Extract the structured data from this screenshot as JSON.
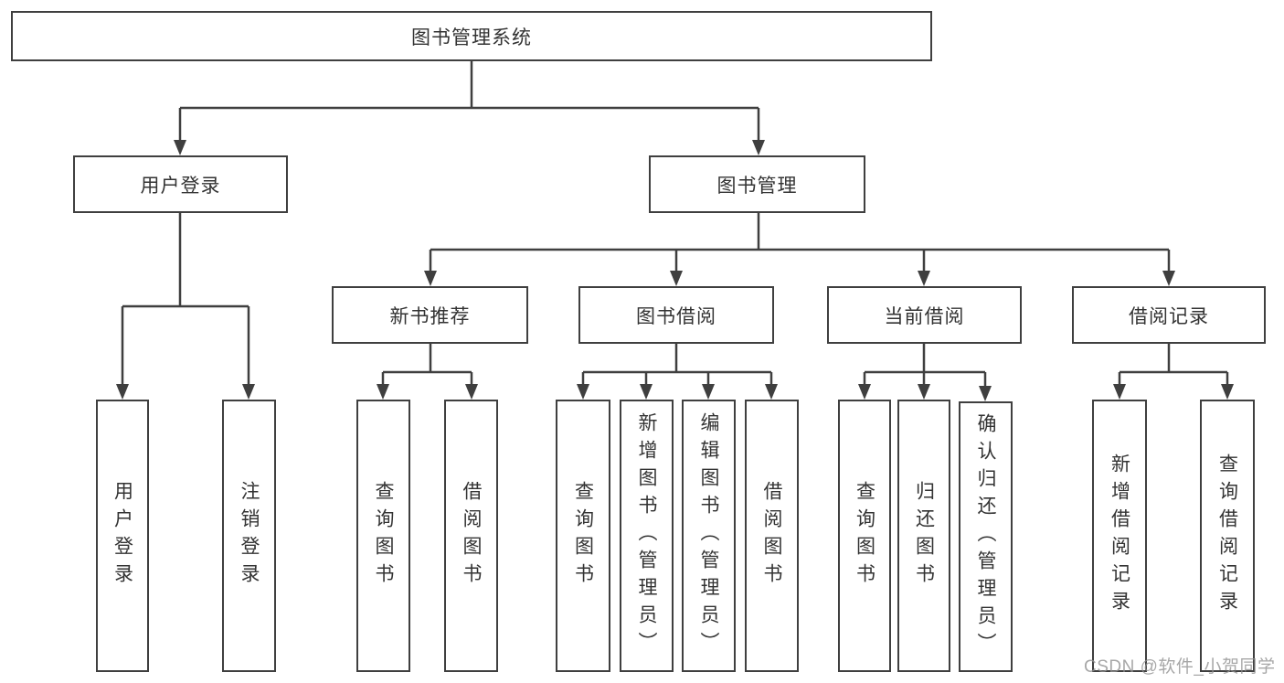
{
  "diagram": {
    "root": {
      "label": "图书管理系统"
    },
    "level2": [
      {
        "label": "用户登录"
      },
      {
        "label": "图书管理"
      }
    ],
    "level3": [
      {
        "label": "新书推荐"
      },
      {
        "label": "图书借阅"
      },
      {
        "label": "当前借阅"
      },
      {
        "label": "借阅记录"
      }
    ],
    "leaves": {
      "login": [
        {
          "label": "用户登录"
        },
        {
          "label": "注销登录"
        }
      ],
      "newbook": [
        {
          "label": "查询图书"
        },
        {
          "label": "借阅图书"
        }
      ],
      "borrow": [
        {
          "label": "查询图书"
        },
        {
          "label": "新增图书（管理员）"
        },
        {
          "label": "编辑图书（管理员）"
        },
        {
          "label": "借阅图书"
        }
      ],
      "current": [
        {
          "label": "查询图书"
        },
        {
          "label": "归还图书"
        },
        {
          "label": "确认归还（管理员）"
        }
      ],
      "records": [
        {
          "label": "新增借阅记录"
        },
        {
          "label": "查询借阅记录"
        }
      ]
    }
  },
  "colors": {
    "line": "#3f3f3f",
    "text": "#333333"
  },
  "watermark": {
    "text": "CSDN @软件_小贺同学"
  }
}
